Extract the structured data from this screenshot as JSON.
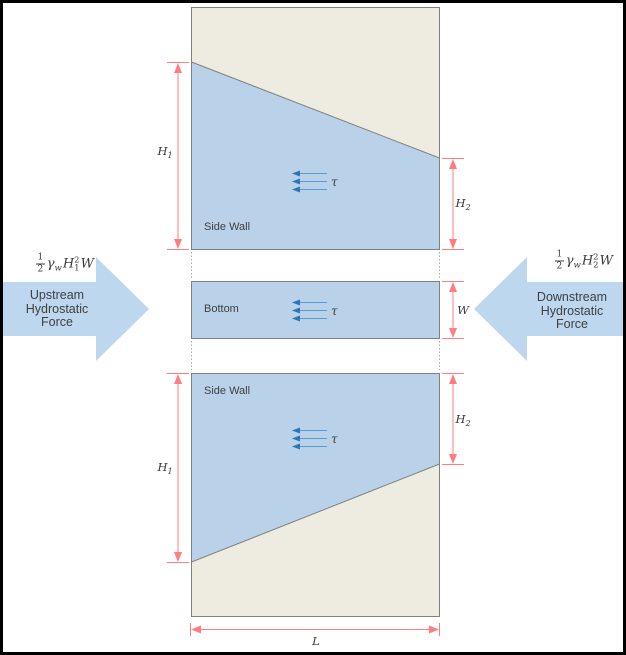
{
  "diagram": {
    "panels": {
      "top_side_wall": {
        "label": "Side Wall"
      },
      "bottom_plate": {
        "label": "Bottom"
      },
      "lower_side_wall": {
        "label": "Side Wall"
      }
    },
    "shear_symbol": "τ",
    "dimensions": {
      "h1": {
        "base": "H",
        "sub": "1"
      },
      "h2": {
        "base": "H",
        "sub": "2"
      },
      "w": "W",
      "l": "L"
    },
    "forces": {
      "upstream": {
        "label_lines": [
          "Upstream",
          "Hydrostatic",
          "Force"
        ],
        "formula": {
          "num": "1",
          "den": "2",
          "coef": "γ",
          "coef_sub": "w",
          "var": "H",
          "var_sub": "1",
          "var_sup": "2",
          "tail": "W"
        }
      },
      "downstream": {
        "label_lines": [
          "Downstream",
          "Hydrostatic",
          "Force"
        ],
        "formula": {
          "num": "1",
          "den": "2",
          "coef": "γ",
          "coef_sub": "w",
          "var": "H",
          "var_sub": "2",
          "var_sup": "2",
          "tail": "W"
        }
      }
    },
    "colors": {
      "panel_blue": "#B9D2E9",
      "panel_beige": "#EEECE1",
      "panel_border": "#808080",
      "force_arrow_blue": "#BDD7EE",
      "dimension_red": "#FF7C80",
      "shear_line_blue": "#5B9BD5",
      "shear_arrowhead_blue": "#2E75B6",
      "text_gray": "#404040"
    }
  }
}
